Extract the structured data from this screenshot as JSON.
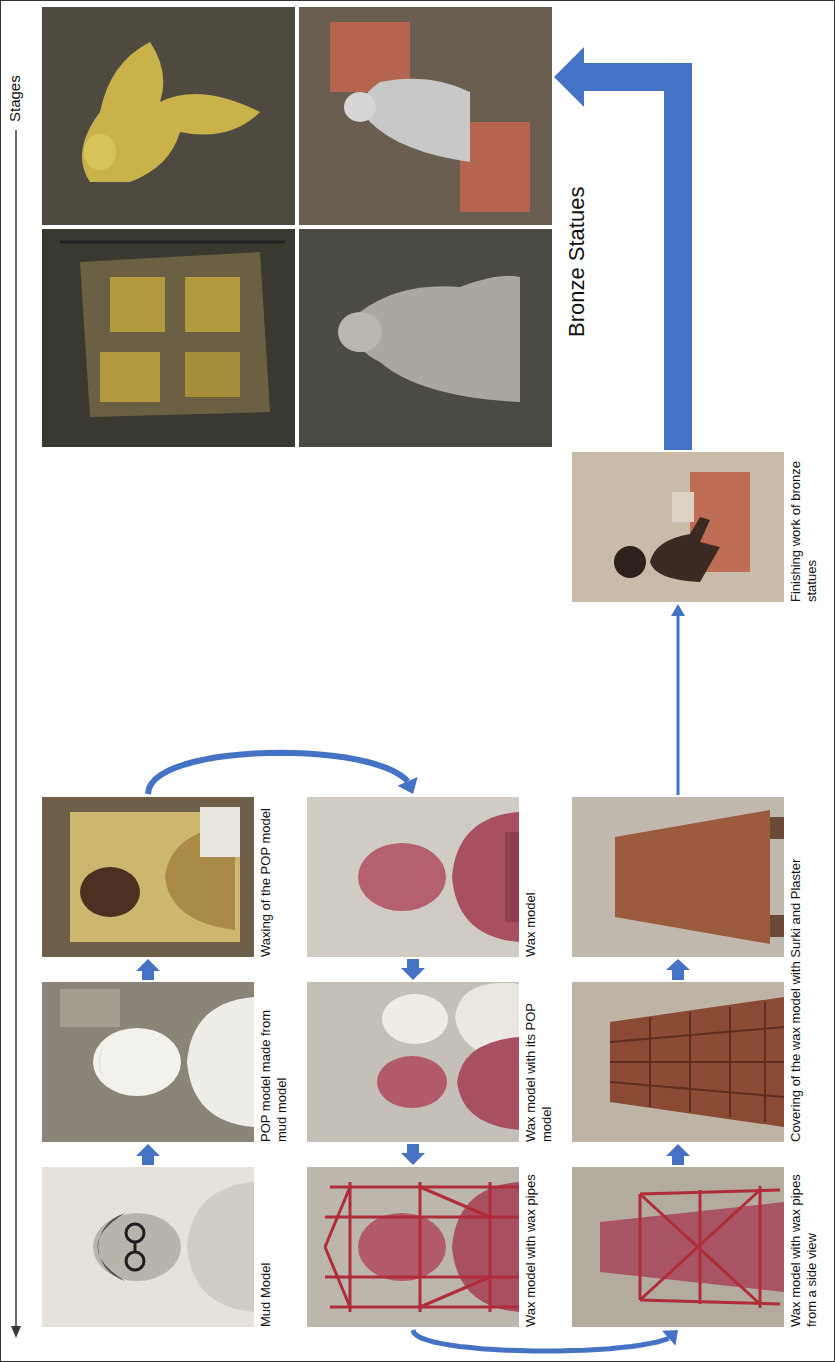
{
  "diagram": {
    "nodes": [
      {
        "text": [
          "Mud Model"
        ]
      },
      {
        "text": [
          "POP model made from mud model"
        ]
      },
      {
        "text": [
          "Waxing of the POP model"
        ]
      },
      {
        "text": [
          "Wax model with wax pipes"
        ]
      },
      {
        "text": [
          "Wax model with its POP model"
        ]
      },
      {
        "text": [
          "Wax model"
        ]
      },
      {
        "text": [
          "Wax model with wax pipes from a side view"
        ]
      },
      {
        "text": [
          "Covering of the wax model with Surki and Plaster"
        ]
      },
      {
        "text": [
          "Finishing work of bronze statues"
        ]
      },
      {
        "text": [
          "Bronze Statues"
        ]
      }
    ],
    "edges": [
      {
        "from": 0,
        "to": 1,
        "arrow": "to"
      },
      {
        "from": 1,
        "to": 2,
        "arrow": "to"
      },
      {
        "from": 2,
        "to": 5,
        "arrow": "to"
      },
      {
        "from": 5,
        "to": 4,
        "arrow": "to"
      },
      {
        "from": 4,
        "to": 3,
        "arrow": "to"
      },
      {
        "from": 3,
        "to": 6,
        "arrow": "to"
      },
      {
        "from": 6,
        "to": 7,
        "arrow": "to"
      },
      {
        "from": 7,
        "to": 8,
        "arrow": "to"
      },
      {
        "from": 8,
        "to": 9,
        "arrow": "to"
      }
    ],
    "labels": [
      "Stages"
    ]
  }
}
